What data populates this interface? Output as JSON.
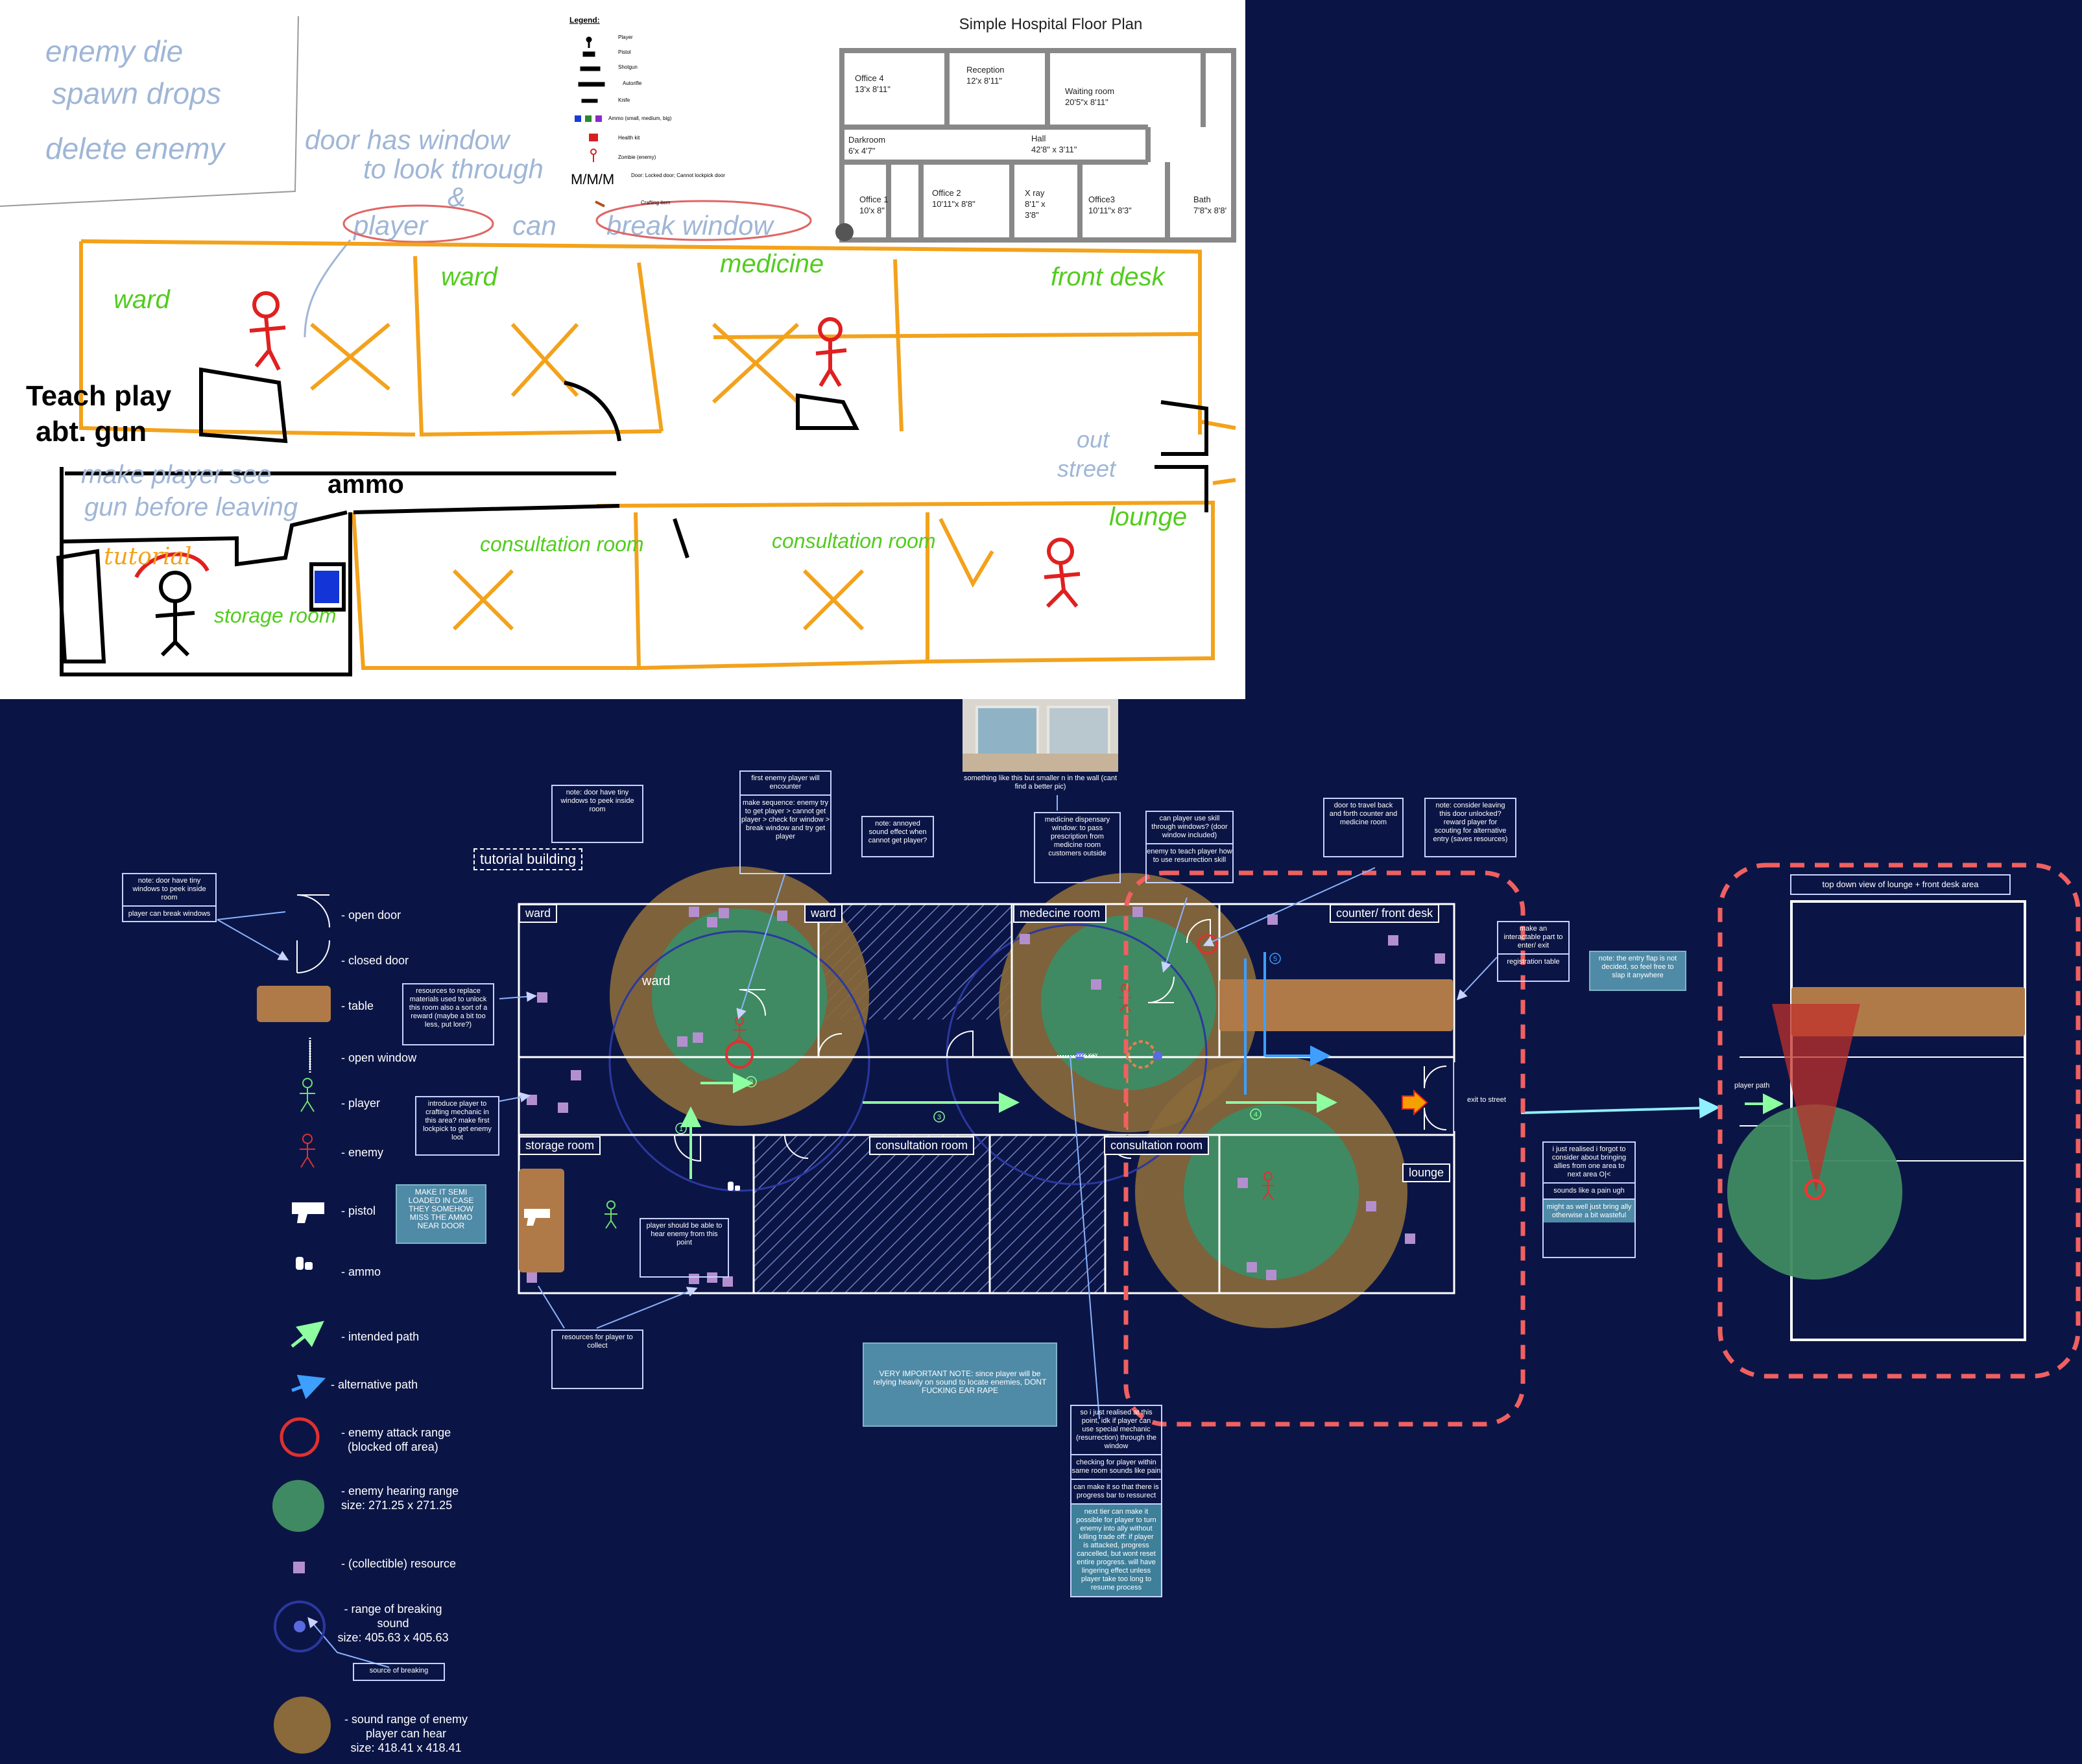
{
  "sketch": {
    "note_top": [
      "enemy die",
      "spawn drops",
      "delete enemy"
    ],
    "note_door": [
      "door has window",
      "to look through",
      "&",
      "player",
      "can",
      "break window"
    ],
    "rooms": [
      "ward",
      "ward",
      "medicine",
      "front desk",
      "consultation room",
      "consultation room",
      "lounge",
      "tutorial",
      "storage room"
    ],
    "teach": [
      "Teach play",
      "abt. gun"
    ],
    "make_player": [
      "make player see",
      "gun before leaving"
    ],
    "ammo": "ammo",
    "out_street": [
      "out",
      "street"
    ]
  },
  "floorplan": {
    "title": "Simple Hospital Floor Plan",
    "rooms": [
      {
        "name": "Office 4",
        "size": "13'x 8'11\""
      },
      {
        "name": "Reception",
        "size": "12'x 8'11\""
      },
      {
        "name": "Waiting room",
        "size": "20'5\"x 8'11\""
      },
      {
        "name": "Darkroom",
        "size": "6'x 4'7\""
      },
      {
        "name": "Hall",
        "size": "42'8\" x 3'11\""
      },
      {
        "name": "Office 1",
        "size": "10'x 8\""
      },
      {
        "name": "Office 2",
        "size": "10'11\"x 8'8\""
      },
      {
        "name": "X ray",
        "size": "8'1\" x"
      },
      {
        "name": "Office3",
        "size": "10'11\"x 8'3\""
      },
      {
        "name": "Bath",
        "size": "7'8\"x 8'8'"
      }
    ],
    "xray_extra": "3'8\""
  },
  "mini_legend": {
    "title": "Legend:",
    "items": [
      "Player",
      "Pistol",
      "Shotgun",
      "Autorifle",
      "Knife",
      "Ammo (small, medium, big)",
      "Health kit",
      "Zombie (enemy)",
      "Door: Locked door; Cannot lockpick door",
      "Crafting item"
    ]
  },
  "legend": {
    "open_door": "- open door",
    "closed_door": "- closed door",
    "table": "- table",
    "open_window": "- open window",
    "player": "- player",
    "enemy": "- enemy",
    "pistol": "- pistol",
    "ammo": "- ammo",
    "intended_path": "- intended path",
    "alternative_path": "- alternative path",
    "attack_range": [
      "- enemy attack range",
      "(blocked off area)"
    ],
    "hearing_range": [
      "- enemy hearing range",
      "size: 271.25 x 271.25"
    ],
    "resource": "- (collectible) resource",
    "breaking": [
      "- range of breaking",
      "sound",
      "size: 405.63 x 405.63"
    ],
    "sound_range": [
      "- sound range of enemy",
      "player can hear",
      "size: 418.41 x 418.41"
    ],
    "source_breaking": "source of breaking"
  },
  "map": {
    "tutorial_label": "tutorial building",
    "room_labels": {
      "ward1": "ward",
      "ward2": "ward",
      "ward_inner": "ward",
      "medicine": "medecine room",
      "counter": "counter/ front desk",
      "storage": "storage room",
      "consult1": "consultation room",
      "consult2": "consultation room",
      "lounge": "lounge"
    },
    "exit": "exit to street",
    "xxx": "xxx xxx",
    "numbers": [
      "1",
      "2",
      "3",
      "4",
      "5"
    ]
  },
  "notes": {
    "door_window": "note: door have tiny windows to peek inside room",
    "legend_note": [
      "note: door have tiny windows to peek inside room",
      "player can break windows"
    ],
    "resources_replace": "resources to replace materials used to unlock this room also a sort of a reward (maybe a bit too less, put lore?)",
    "introduce_crafting": "introduce player to crafting mechanic in this area? make first lockpick to get enemy loot",
    "semi_loaded": "MAKE IT SEMI LOADED IN CASE THEY SOMEHOW MISS THE AMMO NEAR DOOR",
    "hear_enemy": "player should be able to hear enemy from this point",
    "resources_collect": "resources for player to collect",
    "first_enemy": [
      "first enemy player will encounter",
      "make sequence: enemy try to get player > cannot get player > check for window > break window and try get player"
    ],
    "annoyed": "note: annoyed sound effect when cannot get player?",
    "dispensary": "medicine dispensary window: to pass prescription from medicine room customers outside",
    "photo_caption": "something like this but smaller n in the wall (cant find a better pic)",
    "skill_window": [
      "can player use skill through windows? (door window included)",
      "enemy to teach player how to use resurrection skill"
    ],
    "door_travel": "door to travel back and forth counter and medicine room",
    "consider_leaving": "note: consider leaving this door unlocked? reward player for scouting for alternative entry (saves resources)",
    "interactable": [
      "make an interactable part to enter/ exit",
      "registration table"
    ],
    "entry_flap": "note: the entry flap is not decided, so feel free to slap it anywhere",
    "allies": [
      "i just realised i forgot to consider about bringing allies from one area to next area O|<",
      "sounds like a pain ugh",
      "might as well just bring ally otherwise a bit wasteful"
    ],
    "important": "VERY IMPORTANT NOTE: since player will be relying heavily on sound to locate enemies, DONT FUCKING EAR RAPE",
    "realised": [
      "so i just realised at this point, idk if player can use special mechanic (resurrection) through the window",
      "checking for player within same room sounds like pain",
      "can make it so that there is progress bar to ressurect",
      "next tier can make it possible for player to turn enemy into ally without killing trade off: if player is attacked, progress cancelled, but wont reset entire progress. will have lingering effect unless player take too long to resume process"
    ]
  },
  "topdown": {
    "title": "top down view of lounge + front desk area",
    "player_path": "player path"
  }
}
